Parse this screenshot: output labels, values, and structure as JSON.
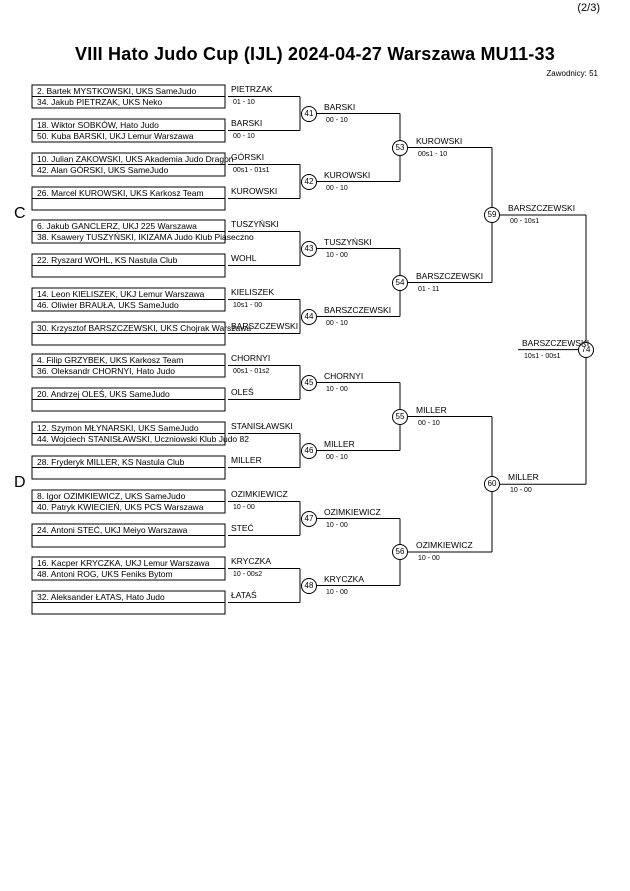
{
  "header": {
    "page": "(2/3)",
    "title": "VIII Hato Judo Cup (IJL)  2024-04-27  Warszawa   MU11-33",
    "competitors": "Zawodnicy: 51"
  },
  "pools": [
    "C",
    "D"
  ],
  "entries": [
    {
      "text": "2. Bartek MYSTKOWSKI, UKS SameJudo",
      "name": "PIETRZAK"
    },
    {
      "text": "34. Jakub PIETRZAK, UKS Neko",
      "name": ""
    },
    {
      "text": "18. Wiktor SOBKÓW, Hato Judo",
      "name": "BARSKI"
    },
    {
      "text": "50. Kuba BARSKI, UKJ Lemur Warszawa",
      "name": ""
    },
    {
      "text": "10. Julian ZAKOWSKI, UKS Akademia Judo Dragon",
      "name": "GÓRSKI"
    },
    {
      "text": "42. Alan GÓRSKI, UKS SameJudo",
      "name": ""
    },
    {
      "text": "26. Marcel KUROWSKI, UKS Karkosz Team",
      "name": "KUROWSKI"
    },
    {
      "text": "",
      "name": ""
    },
    {
      "text": "6. Jakub GANCLERZ, UKJ 225 Warszawa",
      "name": "TUSZYŃSKI"
    },
    {
      "text": "38. Ksawery TUSZYŃSKI, IKIZAMA Judo Klub Piaseczno",
      "name": ""
    },
    {
      "text": "22. Ryszard WOHL, KS Nastula Club",
      "name": "WOHL"
    },
    {
      "text": "",
      "name": ""
    },
    {
      "text": "14. Leon KIELISZEK, UKJ Lemur Warszawa",
      "name": "KIELISZEK"
    },
    {
      "text": "46. Oliwier BRAUŁA, UKS SameJudo",
      "name": ""
    },
    {
      "text": "30. Krzysztof BARSZCZEWSKI, UKS Chojrak Warszawa",
      "name": "BARSZCZEWSKI"
    },
    {
      "text": "",
      "name": ""
    },
    {
      "text": "4. Filip GRZYBEK, UKS Karkosz Team",
      "name": "CHORNYI"
    },
    {
      "text": "36. Oleksandr CHORNYI, Hato Judo",
      "name": ""
    },
    {
      "text": "20. Andrzej OLEŚ, UKS SameJudo",
      "name": "OLEŚ"
    },
    {
      "text": "",
      "name": ""
    },
    {
      "text": "12. Szymon MŁYNARSKI, UKS SameJudo",
      "name": "STANISŁAWSKI"
    },
    {
      "text": "44. Wojciech STANISŁAWSKI, Uczniowski Klub Judo 82",
      "name": ""
    },
    {
      "text": "28. Fryderyk MILLER, KS Nastula Club",
      "name": "MILLER"
    },
    {
      "text": "",
      "name": ""
    },
    {
      "text": "8. Igor OZIMKIEWICZ, UKS SameJudo",
      "name": "OZIMKIEWICZ"
    },
    {
      "text": "40. Patryk KWIECIEŃ, UKS PCS Warszawa",
      "name": ""
    },
    {
      "text": "24. Antoni STEĆ, UKJ Meiyo Warszawa",
      "name": "STEĆ"
    },
    {
      "text": "",
      "name": ""
    },
    {
      "text": "16. Kacper KRYCZKA, UKJ Lemur Warszawa",
      "name": "KRYCZKA"
    },
    {
      "text": "48. Antoni ROG, UKS Feniks Bytom",
      "name": ""
    },
    {
      "text": "32. Aleksander ŁATAS, Hato Judo",
      "name": "ŁATAŚ"
    },
    {
      "text": "",
      "name": ""
    }
  ],
  "round1_scores": [
    "01 - 10",
    "00 - 10",
    "00s1 - 01s1",
    "",
    "",
    "",
    "10s1 - 00",
    "",
    "00s1 - 01s2",
    "",
    "",
    "",
    "10 - 00",
    "",
    "10 - 00s2",
    ""
  ],
  "round2": [
    {
      "num": "41",
      "winner": "BARSKI",
      "score": "00 - 10"
    },
    {
      "num": "42",
      "winner": "KUROWSKI",
      "score": "00 - 10"
    },
    {
      "num": "43",
      "winner": "TUSZYŃSKI",
      "score": "10 - 00"
    },
    {
      "num": "44",
      "winner": "BARSZCZEWSKI",
      "score": "00 - 10"
    },
    {
      "num": "45",
      "winner": "CHORNYI",
      "score": "10 - 00"
    },
    {
      "num": "46",
      "winner": "MILLER",
      "score": "00 - 10"
    },
    {
      "num": "47",
      "winner": "OZIMKIEWICZ",
      "score": "10 - 00"
    },
    {
      "num": "48",
      "winner": "KRYCZKA",
      "score": "10 - 00"
    }
  ],
  "round3": [
    {
      "num": "53",
      "winner": "KUROWSKI",
      "score": "00s1 - 10"
    },
    {
      "num": "54",
      "winner": "BARSZCZEWSKI",
      "score": "01 - 11"
    },
    {
      "num": "55",
      "winner": "MILLER",
      "score": "00 - 10"
    },
    {
      "num": "56",
      "winner": "OZIMKIEWICZ",
      "score": "10 - 00"
    }
  ],
  "round4": [
    {
      "num": "59",
      "winner": "BARSZCZEWSKI",
      "score": "00 - 10s1"
    },
    {
      "num": "60",
      "winner": "MILLER",
      "score": "10 - 00"
    }
  ],
  "final": {
    "num": "74",
    "winner": "BARSZCZEWSKI",
    "score": "10s1 - 00s1"
  }
}
